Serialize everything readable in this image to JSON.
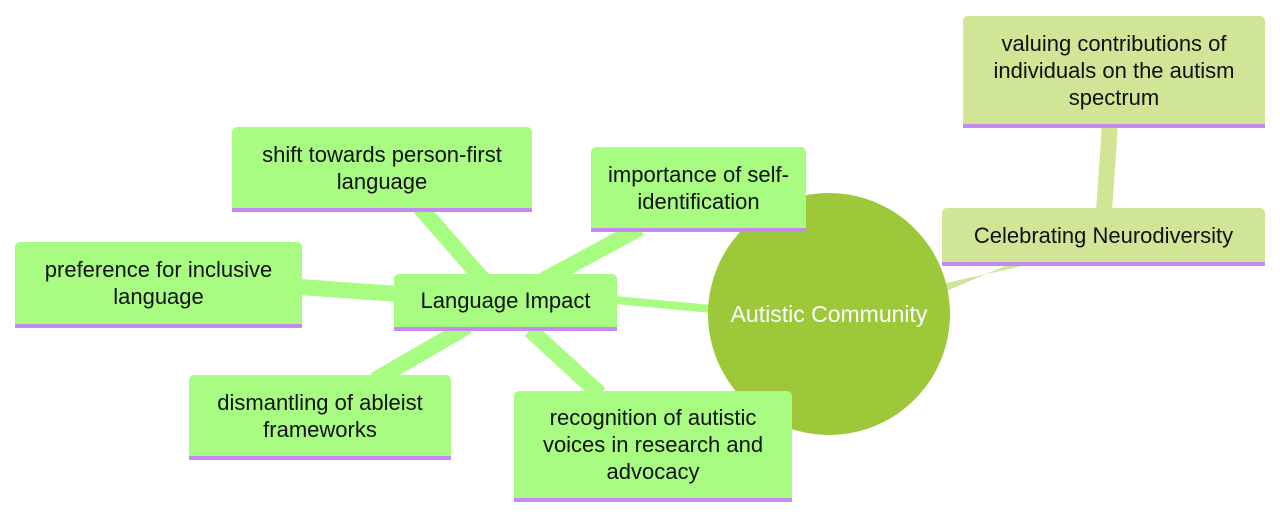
{
  "colors": {
    "root_fill": "#9cc83a",
    "green_node": "#a8fc82",
    "olive_node": "#d0e596",
    "underline": "#c58af0",
    "green_edge": "#a8fc82",
    "olive_edge": "#d0e596"
  },
  "root": {
    "label": "Autistic Community"
  },
  "branches": {
    "language": {
      "label": "Language Impact",
      "children": [
        "shift towards person-first language",
        "importance of self-identification",
        "preference for inclusive language",
        "dismantling of ableist frameworks",
        "recognition of autistic voices in research and advocacy"
      ]
    },
    "neuro": {
      "label": "Celebrating Neurodiversity",
      "children": [
        "valuing contributions of individuals on the autism spectrum"
      ]
    }
  }
}
